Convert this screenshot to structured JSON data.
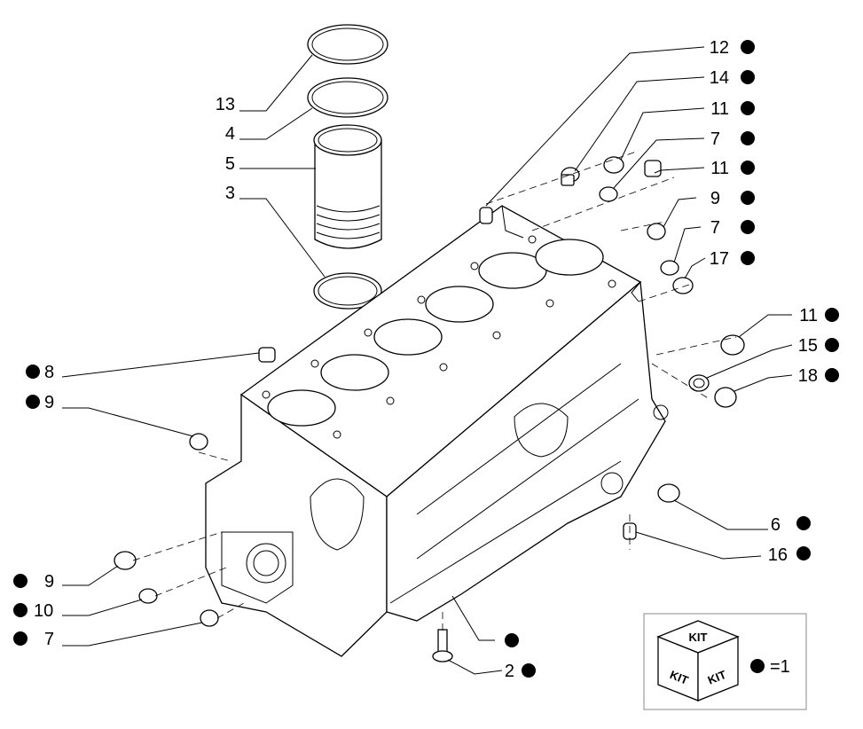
{
  "callouts": [
    {
      "num": "12",
      "dot": true
    },
    {
      "num": "14",
      "dot": true
    },
    {
      "num": "11",
      "dot": true
    },
    {
      "num": "7",
      "dot": true
    },
    {
      "num": "11",
      "dot": true
    },
    {
      "num": "9",
      "dot": true
    },
    {
      "num": "7",
      "dot": true
    },
    {
      "num": "17",
      "dot": true
    },
    {
      "num": "11",
      "dot": true
    },
    {
      "num": "15",
      "dot": true
    },
    {
      "num": "18",
      "dot": true
    },
    {
      "num": "6",
      "dot": true
    },
    {
      "num": "16",
      "dot": true
    },
    {
      "num": "2",
      "dot": true
    },
    {
      "num": "13",
      "dot": false
    },
    {
      "num": "4",
      "dot": false
    },
    {
      "num": "5",
      "dot": false
    },
    {
      "num": "3",
      "dot": false
    },
    {
      "num": "8",
      "dot": true
    },
    {
      "num": "9",
      "dot": true
    },
    {
      "num": "9",
      "dot": true
    },
    {
      "num": "10",
      "dot": true
    },
    {
      "num": "7",
      "dot": true
    }
  ],
  "kit_legend": {
    "cube_labels": [
      "KIT",
      "KIT",
      "KIT"
    ],
    "equation": "=1"
  }
}
